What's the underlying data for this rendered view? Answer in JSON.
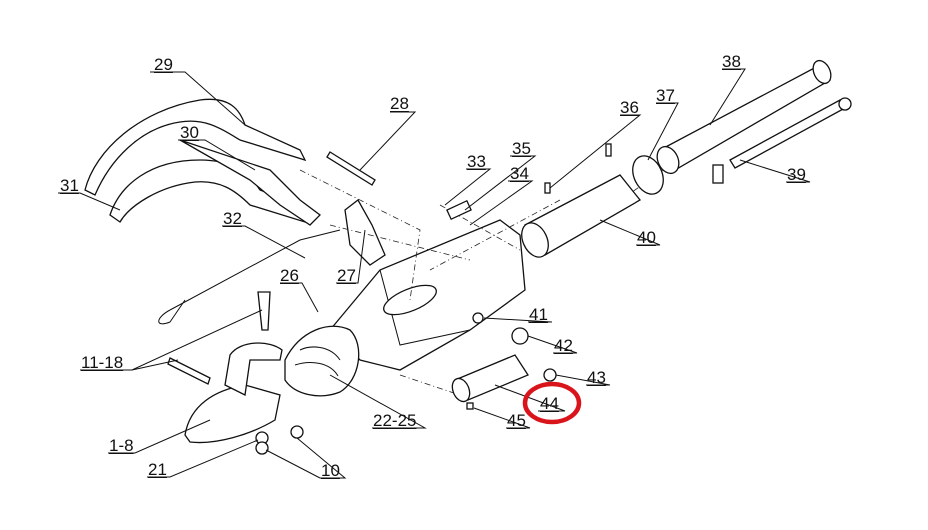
{
  "diagram": {
    "highlight_color": "#d9141b",
    "highlighted_part": "44",
    "labels": {
      "p29": "29",
      "p30": "30",
      "p31": "31",
      "p32": "32",
      "p28": "28",
      "p33": "33",
      "p35": "35",
      "p34": "34",
      "p36": "36",
      "p37": "37",
      "p38": "38",
      "p39": "39",
      "p40": "40",
      "p26": "26",
      "p27": "27",
      "p41": "41",
      "p42": "42",
      "p43": "43",
      "p44": "44",
      "p45": "45",
      "p11_18": "11-18",
      "p1_8": "1-8",
      "p21": "21",
      "p10": "10",
      "p22_25": "22-25"
    }
  }
}
